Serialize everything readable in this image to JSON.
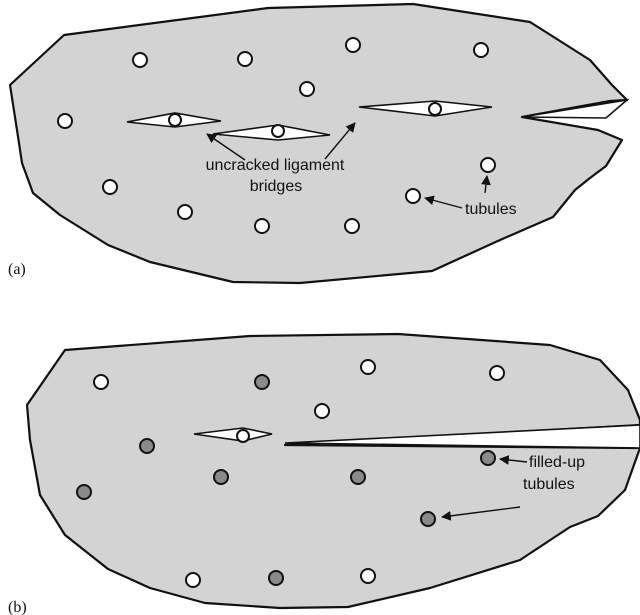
{
  "panels": [
    {
      "label": "(a)",
      "annotations": {
        "bridges_line1": "uncracked ligament",
        "bridges_line2": "bridges",
        "tubules": "tubules"
      },
      "tubule_state": "open"
    },
    {
      "label": "(b)",
      "annotations": {
        "filled_line1": "filled-up",
        "filled_line2": "tubules"
      },
      "tubule_state": "mixed: filled-up (grey) and open (white)"
    }
  ],
  "colors": {
    "tissue_fill": "#d3d3d3",
    "outline": "#111111",
    "open_tubule": "#ffffff",
    "filled_tubule": "#8a8a8a"
  }
}
